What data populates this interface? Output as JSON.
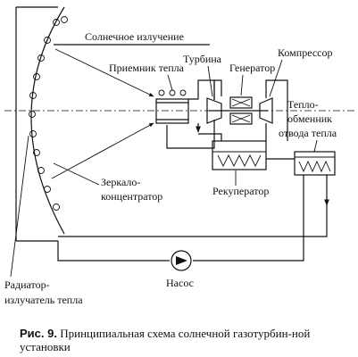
{
  "labels": {
    "solar_radiation": "Солнечное излучение",
    "heat_receiver": "Приемник тепла",
    "turbine": "Турбина",
    "generator": "Генератор",
    "compressor": "Компрессор",
    "heat_exchanger_line1": "Тепло-",
    "heat_exchanger_line2": "обменник",
    "heat_exchanger_line3": "отвода тепла",
    "mirror_line1": "Зеркало-",
    "mirror_line2": "концентратор",
    "recuperator": "Рекуператор",
    "pump": "Насос",
    "radiator_line1": "Радиатор-",
    "radiator_line2": "излучатель тепла"
  },
  "caption": {
    "number": "Рис. 9.",
    "text": "Принципиальная схема солнечной газотурбин-ной установки"
  }
}
